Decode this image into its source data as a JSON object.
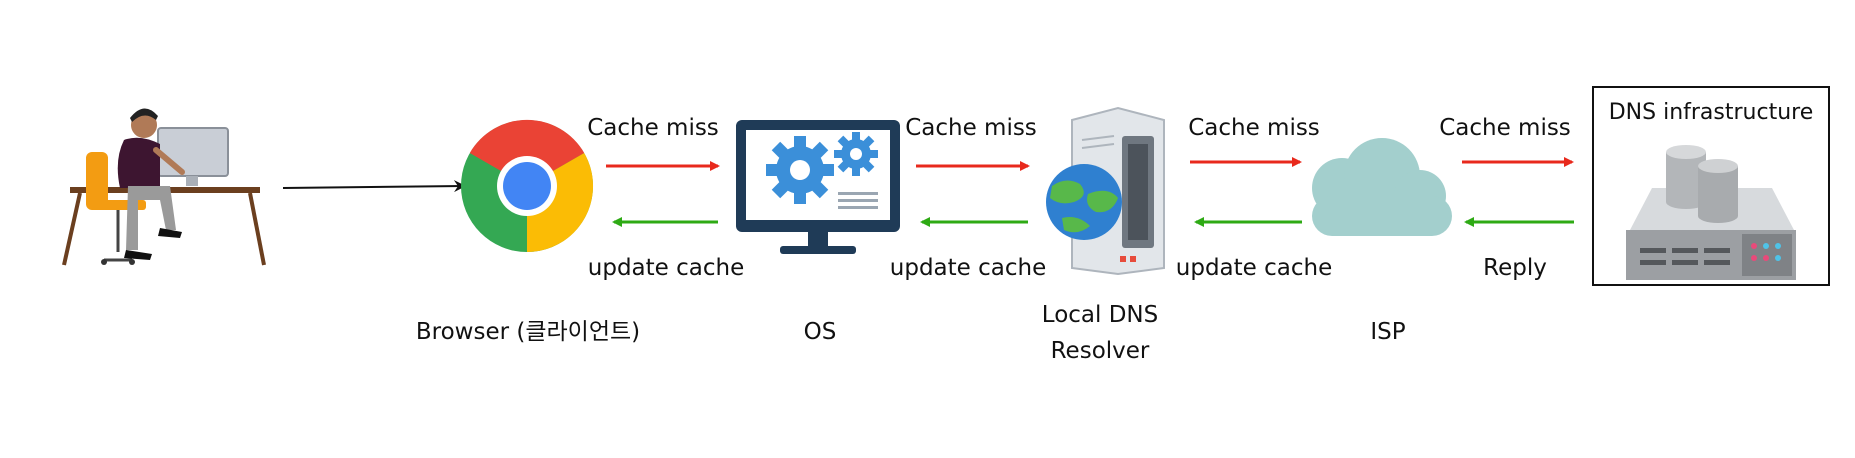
{
  "nodes": {
    "browser": "Browser (클라이언트)",
    "os": "OS",
    "resolver_line1": "Local DNS",
    "resolver_line2": "Resolver",
    "isp": "ISP",
    "infra": "DNS infrastructure"
  },
  "links": {
    "browser_os_request": "Cache miss",
    "browser_os_response": "update cache",
    "os_resolver_request": "Cache miss",
    "os_resolver_response": "update cache",
    "resolver_isp_request": "Cache miss",
    "resolver_isp_response": "update cache",
    "isp_infra_request": "Cache miss",
    "isp_infra_response": "Reply"
  },
  "colors": {
    "request_arrow": "#e8291c",
    "response_arrow": "#2eaa14",
    "user_arrow": "#111111"
  }
}
